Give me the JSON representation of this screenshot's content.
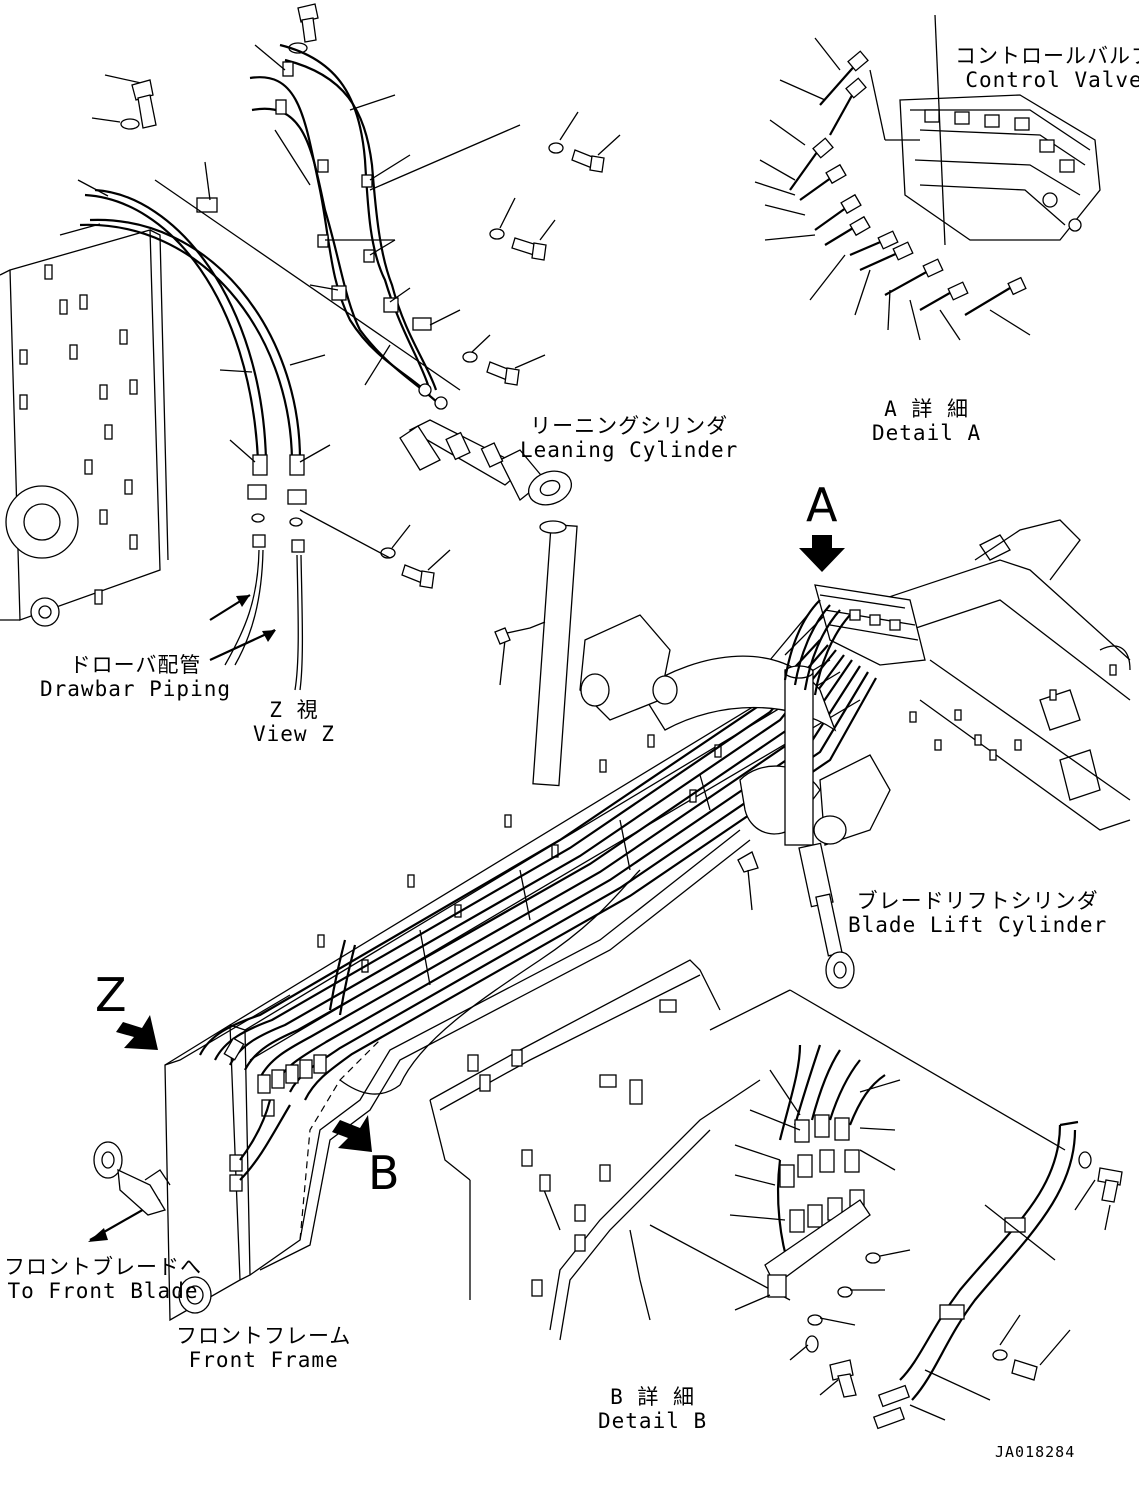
{
  "labels": {
    "control_valve": {
      "jp": "コントロールバルブ",
      "en": "Control Valve"
    },
    "detail_a": {
      "jp": "A 詳 細",
      "en": "Detail A"
    },
    "leaning_cylinder": {
      "jp": "リーニングシリンダ",
      "en": "Leaning Cylinder"
    },
    "drawbar_piping": {
      "jp": "ドローバ配管",
      "en": "Drawbar Piping"
    },
    "view_z": {
      "jp": "Z 視",
      "en": "View Z"
    },
    "blade_lift_cylinder": {
      "jp": "ブレードリフトシリンダ",
      "en": "Blade Lift Cylinder"
    },
    "to_front_blade": {
      "jp": "フロントブレードへ",
      "en": "To Front Blade"
    },
    "front_frame": {
      "jp": "フロントフレーム",
      "en": "Front Frame"
    },
    "detail_b": {
      "jp": "B 詳 細",
      "en": "Detail B"
    }
  },
  "markers": {
    "a": "A",
    "b": "B",
    "z": "Z"
  },
  "drawing_code": "JA018284",
  "colors": {
    "line": "#000000",
    "background": "#ffffff"
  }
}
